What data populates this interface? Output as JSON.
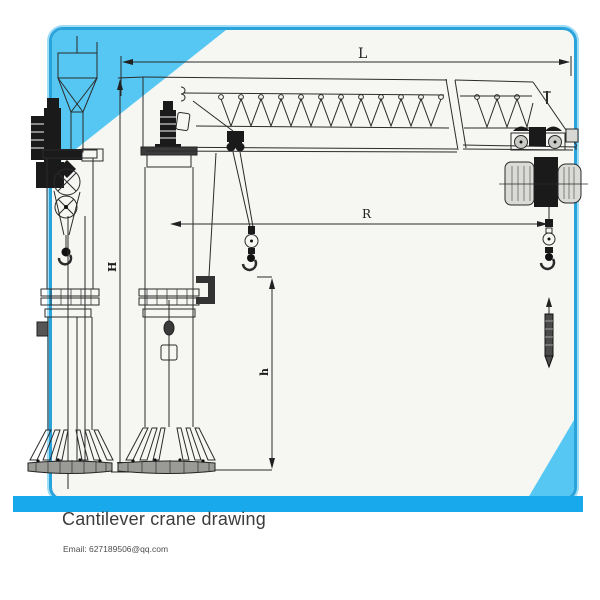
{
  "card": {
    "background": "#f6f6f3",
    "border_color": "#2aa3db",
    "corner_accent_color": "#55c7f2",
    "footer_strip_color": "#17a9ec"
  },
  "drawing": {
    "line_color": "#2b2b2b",
    "dimensions": {
      "length_label": "L",
      "radius_label": "R",
      "height_label": "H",
      "hook_height_label": "h"
    }
  },
  "caption": {
    "title": "Cantilever crane drawing",
    "email": "Email: 627189506@qq.com"
  }
}
